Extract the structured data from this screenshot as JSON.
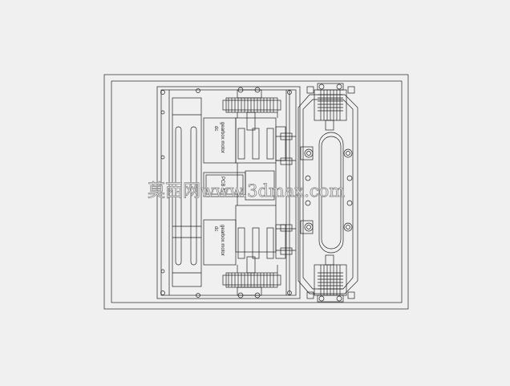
{
  "drawing": {
    "label_motor_top_1": "gearbox motor",
    "label_motor_top_2": "dc",
    "label_motor_bottom_1": "gearbox motor",
    "label_motor_bottom_2": "dc",
    "center_box_label": "PCB 板",
    "watermark_cjk": "莫西网",
    "watermark_url": "www.3dmax.com"
  },
  "colors": {
    "background": "#f0f0f0",
    "line": "#222222",
    "watermark": "#8a8a8a"
  }
}
